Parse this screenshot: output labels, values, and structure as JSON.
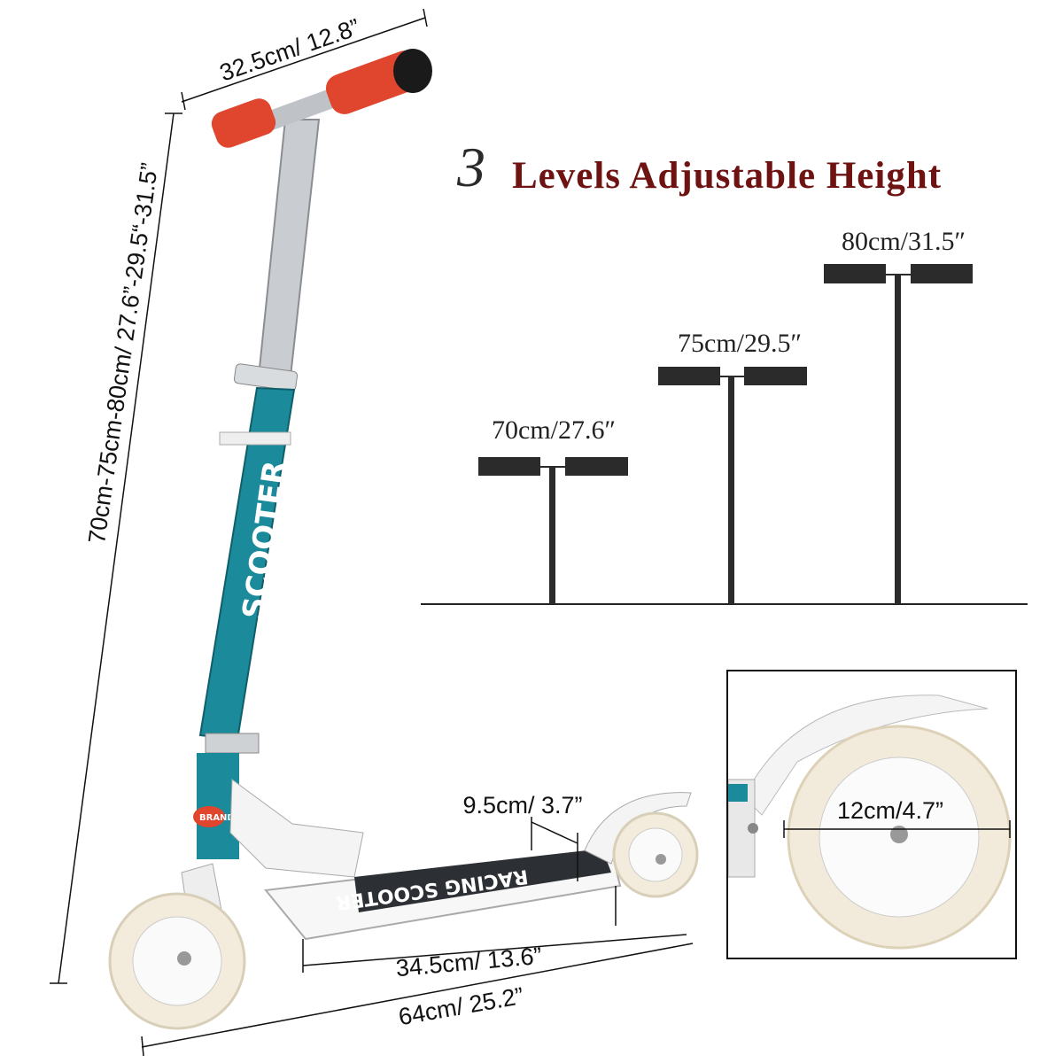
{
  "title": {
    "number": "3",
    "text": "Levels Adjustable Height"
  },
  "dimensions": {
    "handlebar_width": "32.5cm/ 12.8”",
    "total_height": "70cm-75cm-80cm/ 27.6”-29.5“-31.5”",
    "deck_width": "9.5cm/ 3.7”",
    "deck_length": "34.5cm/ 13.6”",
    "total_length": "64cm/ 25.2”",
    "wheel_diameter": "12cm/4.7”"
  },
  "levels": [
    {
      "label": "70cm/27.6″",
      "height_cm": 70
    },
    {
      "label": "75cm/29.5″",
      "height_cm": 75
    },
    {
      "label": "80cm/31.5″",
      "height_cm": 80
    }
  ],
  "product_lettering": {
    "stem": "SCOOTER",
    "deck": "RACING SCOOTER",
    "badge": "BRAND"
  },
  "colors": {
    "title": "#6e1212",
    "stem": "#1b8a9a",
    "grip": "#e0452e",
    "bars": "#2b2b2b"
  }
}
